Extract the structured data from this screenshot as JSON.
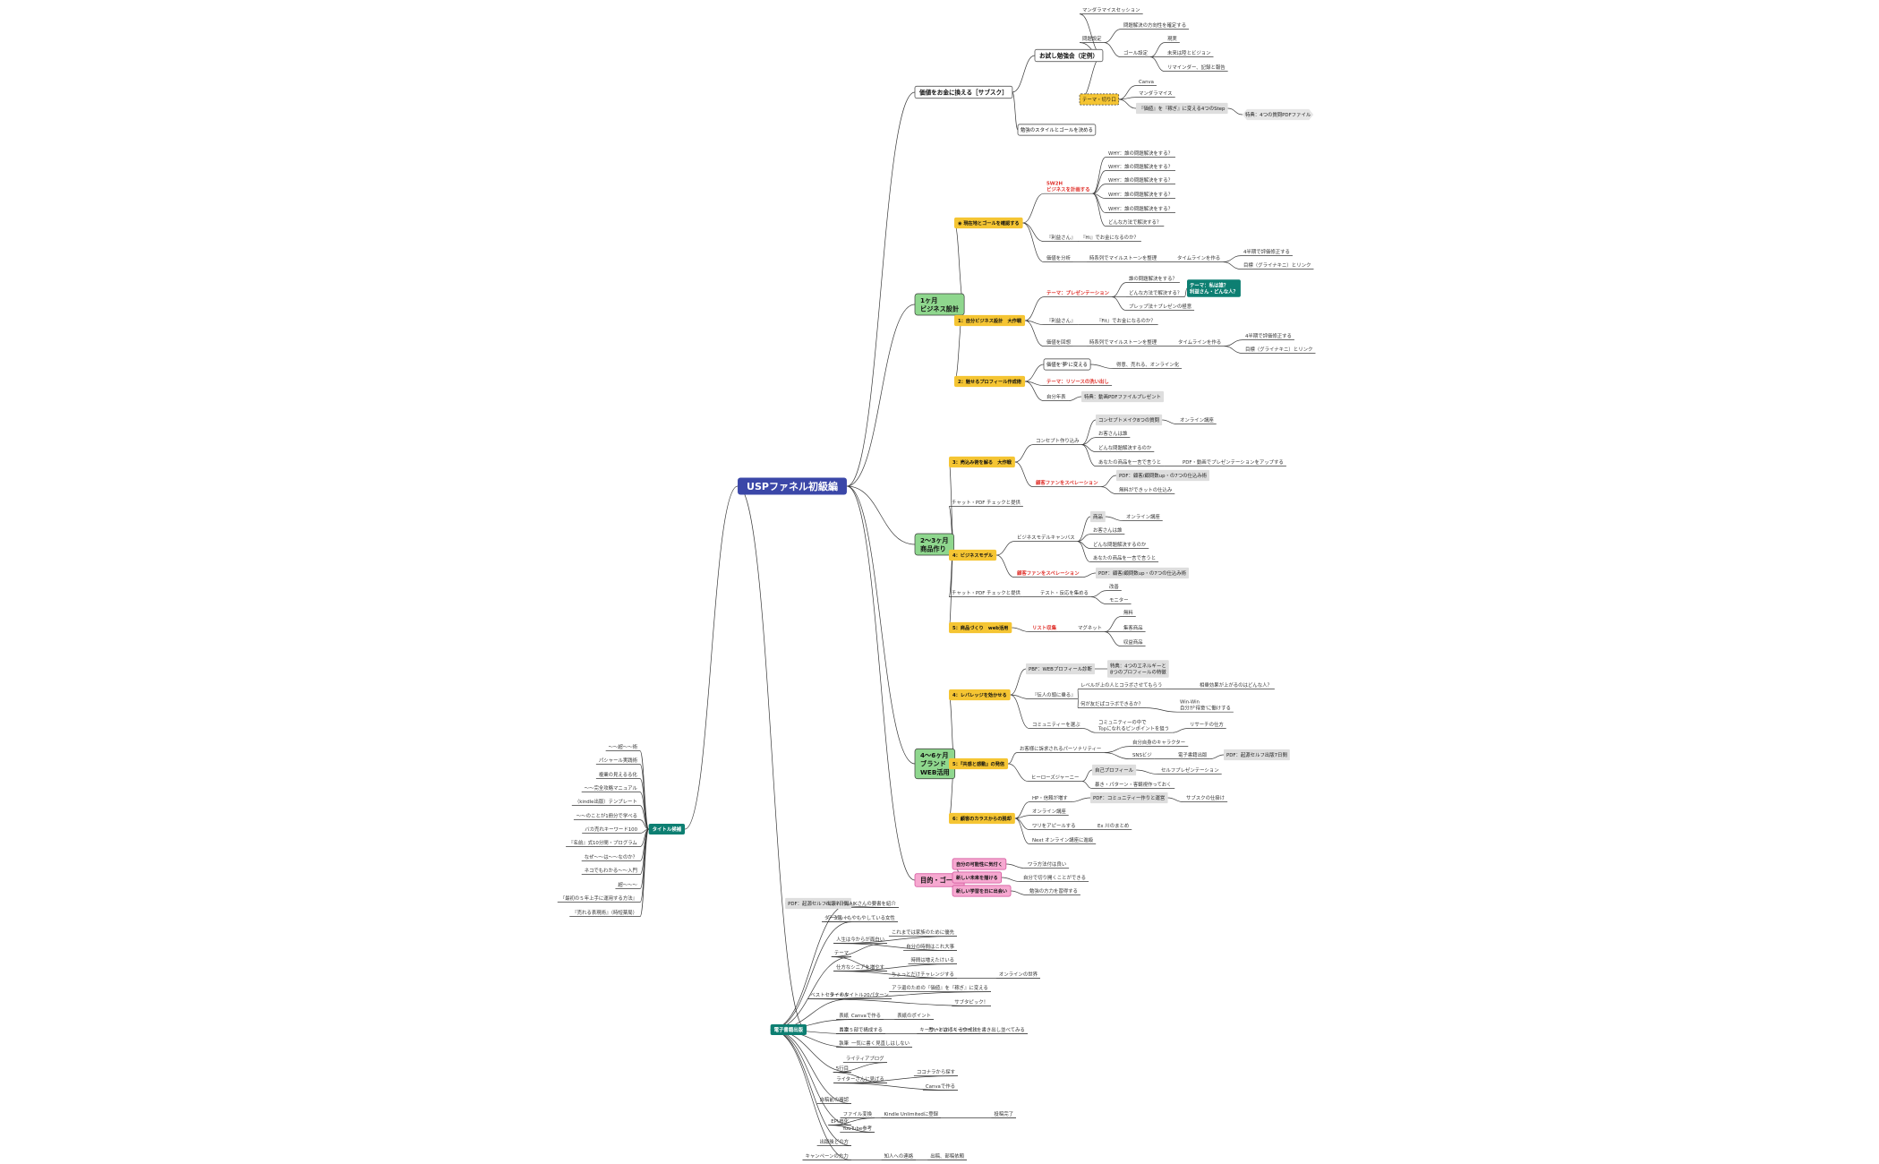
{
  "colors": {
    "line": "#3a3a3a",
    "root": "#3b47a8",
    "green": "#8fd78e",
    "yellow": "#f5c533",
    "pink": "#f6a8d0",
    "teal": "#0d7f72",
    "gray": "#dedede",
    "red": "#e0312b",
    "text": "#333333"
  },
  "root": {
    "label": "USPファネル初級編"
  },
  "nodes": [
    {
      "id": "b1",
      "parent": "root",
      "label": "価値をお金に換える［サブスク］",
      "style": "outline"
    },
    {
      "id": "b2",
      "parent": "root",
      "label": "1ヶ月\nビジネス設計",
      "style": "green"
    },
    {
      "id": "b3",
      "parent": "root",
      "label": "2～3ヶ月\n商品作り",
      "style": "green"
    },
    {
      "id": "b4",
      "parent": "root",
      "label": "4～6ヶ月\nブランド\nWEB活用",
      "style": "green"
    },
    {
      "id": "b5",
      "parent": "root",
      "label": "目的・ゴール",
      "style": "pink"
    },
    {
      "id": "b6",
      "parent": "root",
      "label": "電子書籍出版",
      "style": "teal"
    },
    {
      "id": "b7",
      "parent": "root",
      "label": "タイトル候補",
      "style": "teal"
    },
    {
      "id": "n1",
      "parent": "b1",
      "label": "お試し勉強会（定例）",
      "style": "outline"
    },
    {
      "id": "n2",
      "parent": "b1",
      "label": "勉強のスタイルとゴールを決める",
      "style": "outline"
    },
    {
      "id": "n3",
      "parent": "n1",
      "label": "マンダラマイスセッション"
    },
    {
      "id": "n4",
      "parent": "n1",
      "label": "問題設定"
    },
    {
      "id": "n5",
      "parent": "n4",
      "label": "問題解決の方向性を確定する"
    },
    {
      "id": "n6",
      "parent": "n4",
      "label": "ゴール設定"
    },
    {
      "id": "n7",
      "parent": "n6",
      "label": "現実"
    },
    {
      "id": "n8",
      "parent": "n6",
      "label": "未来は陸とビジョン"
    },
    {
      "id": "n9",
      "parent": "n6",
      "label": "リマインダー、記録と報告"
    },
    {
      "id": "n10",
      "parent": "n1",
      "label": "テーマ・切り口",
      "style": "yellowdash"
    },
    {
      "id": "n11",
      "parent": "n10",
      "label": "Canva"
    },
    {
      "id": "n12",
      "parent": "n10",
      "label": "マンダラマイス"
    },
    {
      "id": "n13",
      "parent": "n10",
      "label": "『価値』を『稼ぎ』に変える4つのStep",
      "style": "gray"
    },
    {
      "id": "n14",
      "parent": "n13",
      "label": "特典：4つの質問PDFファイル",
      "style": "hex"
    },
    {
      "id": "c1",
      "parent": "b2",
      "label": "◉ 現在地とゴールを確認する",
      "style": "yellow"
    },
    {
      "id": "c2",
      "parent": "b2",
      "label": "1：自分ビジネス設計　大作戦",
      "style": "yellow"
    },
    {
      "id": "c3",
      "parent": "b2",
      "label": "2：魅せるプロフィール作成術",
      "style": "yellow"
    },
    {
      "id": "c4",
      "parent": "c1",
      "label": "5W2H\nビジネスを計画する",
      "style": "red"
    },
    {
      "id": "c5",
      "parent": "c4",
      "label": "WHY：誰の問題解決をする？"
    },
    {
      "id": "c6",
      "parent": "c4",
      "label": "WHY：誰の問題解決をする？"
    },
    {
      "id": "c7",
      "parent": "c4",
      "label": "WHY：誰の問題解決をする？"
    },
    {
      "id": "c8",
      "parent": "c4",
      "label": "WHY：誰の問題解決をする？"
    },
    {
      "id": "c9",
      "parent": "c4",
      "label": "WHY：誰の問題解決をする？"
    },
    {
      "id": "c10",
      "parent": "c4",
      "label": "どんな方法で解決する？"
    },
    {
      "id": "c11",
      "parent": "c1",
      "label": "『利益さん』"
    },
    {
      "id": "c12",
      "parent": "c11",
      "label": "『Hi』でお金になるのか？"
    },
    {
      "id": "c13",
      "parent": "c1",
      "label": "価値を分析"
    },
    {
      "id": "c14",
      "parent": "c13",
      "label": "時系列でマイルストーンを整理"
    },
    {
      "id": "c15",
      "parent": "c14",
      "label": "タイムラインを作る"
    },
    {
      "id": "c16",
      "parent": "c15",
      "label": "4半期で評価修正する"
    },
    {
      "id": "c17",
      "parent": "c15",
      "label": "目標（グライナキニ）とリンク"
    },
    {
      "id": "c18",
      "parent": "c2",
      "label": "テーマ：プレゼンテーション",
      "style": "red"
    },
    {
      "id": "c19",
      "parent": "c18",
      "label": "誰の問題解決をする？"
    },
    {
      "id": "c20",
      "parent": "c18",
      "label": "どんな方法で解決する？"
    },
    {
      "id": "c21",
      "parent": "c18",
      "label": "プレップ法＋プレゼンの極意"
    },
    {
      "id": "c22",
      "parent": "c20",
      "label": "テーマ：私は誰？\n利益さん・どんな人？",
      "style": "teal"
    },
    {
      "id": "c23",
      "parent": "c2",
      "label": "『利益さん』"
    },
    {
      "id": "c24",
      "parent": "c23",
      "label": "『Fit』でお金になるのか？"
    },
    {
      "id": "c25",
      "parent": "c2",
      "label": "価値を回想"
    },
    {
      "id": "c26",
      "parent": "c25",
      "label": "時系列でマイルストーンを整理"
    },
    {
      "id": "c27",
      "parent": "c26",
      "label": "タイムラインを作る"
    },
    {
      "id": "c28",
      "parent": "c27",
      "label": "4半期で評価修正する"
    },
    {
      "id": "c29",
      "parent": "c27",
      "label": "目標（グライナキニ）とリンク"
    },
    {
      "id": "c30",
      "parent": "c3",
      "label": "価値を'夢'に変える",
      "style": "outline"
    },
    {
      "id": "c31",
      "parent": "c30",
      "label": "得意、売れる、オンライン化"
    },
    {
      "id": "c32",
      "parent": "c3",
      "label": "テーマ：リソースの洗い出し",
      "style": "red"
    },
    {
      "id": "c33",
      "parent": "c3",
      "label": "自分年表"
    },
    {
      "id": "c34",
      "parent": "c33",
      "label": "特典：動画PDFファイルプレゼント",
      "style": "gray"
    },
    {
      "id": "d1",
      "parent": "b3",
      "label": "3：売込み術を解る　大作戦",
      "style": "yellow"
    },
    {
      "id": "d2",
      "parent": "b3",
      "label": "チャット・PDF チェックと提供"
    },
    {
      "id": "d3",
      "parent": "b3",
      "label": "4：ビジネスモデル",
      "style": "yellow"
    },
    {
      "id": "d4",
      "parent": "b3",
      "label": "チャット・PDF チェックと提供"
    },
    {
      "id": "d5",
      "parent": "b3",
      "label": "5：商品づくり　web活用",
      "style": "yellow"
    },
    {
      "id": "d6",
      "parent": "d1",
      "label": "コンセプト作り込み"
    },
    {
      "id": "d7",
      "parent": "d6",
      "label": "コンセプトメイク8つの質問",
      "style": "gray"
    },
    {
      "id": "d8",
      "parent": "d7",
      "label": "オンライン講座"
    },
    {
      "id": "d9",
      "parent": "d6",
      "label": "お客さんは誰"
    },
    {
      "id": "d10",
      "parent": "d6",
      "label": "どんな問題解決するのか"
    },
    {
      "id": "d11",
      "parent": "d6",
      "label": "あなたの商品を一言で言うと"
    },
    {
      "id": "d12",
      "parent": "d11",
      "label": "PDF・動画でプレゼンテーションをアップする"
    },
    {
      "id": "d13",
      "parent": "d1",
      "label": "顧客ファンをスペレーション",
      "style": "red"
    },
    {
      "id": "d14",
      "parent": "d13",
      "label": "PDF：顧客/顧問数up・の7つの仕込み術",
      "style": "gray"
    },
    {
      "id": "d15",
      "parent": "d13",
      "label": "無料ができットの仕込み"
    },
    {
      "id": "d16",
      "parent": "d3",
      "label": "ビジネスモデルキャンバス"
    },
    {
      "id": "d17",
      "parent": "d16",
      "label": "商品",
      "style": "gray"
    },
    {
      "id": "d18",
      "parent": "d17",
      "label": "オンライン講座"
    },
    {
      "id": "d19",
      "parent": "d16",
      "label": "お客さんは誰"
    },
    {
      "id": "d20",
      "parent": "d16",
      "label": "どんな問題解決するのか"
    },
    {
      "id": "d21",
      "parent": "d16",
      "label": "あなたの商品を一言で言うと"
    },
    {
      "id": "d22",
      "parent": "d3",
      "label": "顧客ファンをスペレーション",
      "style": "red"
    },
    {
      "id": "d23",
      "parent": "d22",
      "label": "PDF：顧客/顧問数up・の7つの仕込み術",
      "style": "gray"
    },
    {
      "id": "d24",
      "parent": "d4",
      "label": "テスト・反応を集める"
    },
    {
      "id": "d25",
      "parent": "d24",
      "label": "改善"
    },
    {
      "id": "d26",
      "parent": "d24",
      "label": "モニター"
    },
    {
      "id": "d27",
      "parent": "d5",
      "label": "リスト収集",
      "style": "red"
    },
    {
      "id": "d28",
      "parent": "d27",
      "label": "マグネット"
    },
    {
      "id": "d29",
      "parent": "d28",
      "label": "無料"
    },
    {
      "id": "d30",
      "parent": "d28",
      "label": "集客商品"
    },
    {
      "id": "d31",
      "parent": "d28",
      "label": "収益商品"
    },
    {
      "id": "e1",
      "parent": "b4",
      "label": "4：レバレッジを効かせる",
      "style": "yellow"
    },
    {
      "id": "e2",
      "parent": "b4",
      "label": "5：『共感と感動』の発信",
      "style": "yellow"
    },
    {
      "id": "e3",
      "parent": "b4",
      "label": "6：顧客のカラスからの脱却",
      "style": "yellow"
    },
    {
      "id": "e4",
      "parent": "e1",
      "label": "PBF：WEBプロフィール診断",
      "style": "gray"
    },
    {
      "id": "e5",
      "parent": "e4",
      "label": "特典：4つのエネルギーと\n8つのプロフィールの特徴",
      "style": "gray"
    },
    {
      "id": "e6",
      "parent": "e1",
      "label": "『伝人の頭に乗る』"
    },
    {
      "id": "e7",
      "parent": "e6",
      "label": "レベルが上の人とコラボさせてもらう"
    },
    {
      "id": "e8",
      "parent": "e7",
      "label": "相乗効果が上がるのはどんな人？"
    },
    {
      "id": "e9",
      "parent": "e6",
      "label": "何が友だぱコラボできるか？"
    },
    {
      "id": "e10",
      "parent": "e9",
      "label": "Win-Win\n自分が'得意'に働けする"
    },
    {
      "id": "e11",
      "parent": "e1",
      "label": "コミュニティーを選ぶ"
    },
    {
      "id": "e12",
      "parent": "e11",
      "label": "コミュニティーの中で\nTopになれるピンポイントを狙う"
    },
    {
      "id": "e13",
      "parent": "e12",
      "label": "リサーチの仕方"
    },
    {
      "id": "e14",
      "parent": "e2",
      "label": "お客様に訴求されるパーソナリティー"
    },
    {
      "id": "e15",
      "parent": "e14",
      "label": "自分自身のキャラクター"
    },
    {
      "id": "e16",
      "parent": "e14",
      "label": "SNSビジ"
    },
    {
      "id": "e17",
      "parent": "e16",
      "label": "電子書籍出版"
    },
    {
      "id": "e18",
      "parent": "e17",
      "label": "PDF：起源セルフ出版7日間",
      "style": "gray"
    },
    {
      "id": "e19",
      "parent": "e2",
      "label": "ヒーローズジャーニー"
    },
    {
      "id": "e20",
      "parent": "e19",
      "label": "自己プロフィール",
      "style": "gray"
    },
    {
      "id": "e21",
      "parent": "e20",
      "label": "セルフプレゼンテーション"
    },
    {
      "id": "e22",
      "parent": "e19",
      "label": "暴き・パターン・客観視作っておく"
    },
    {
      "id": "e23",
      "parent": "e3",
      "label": "HP・信頼が増す"
    },
    {
      "id": "e24",
      "parent": "e23",
      "label": "PDF：コミュニティー作りと運営",
      "style": "gray"
    },
    {
      "id": "e25",
      "parent": "e24",
      "label": "サブスクの仕掛け"
    },
    {
      "id": "e26",
      "parent": "e3",
      "label": "オンライン講座"
    },
    {
      "id": "e27",
      "parent": "e3",
      "label": "ワリをアピールする"
    },
    {
      "id": "e28",
      "parent": "e27",
      "label": "Ex 川のまとめ"
    },
    {
      "id": "e29",
      "parent": "e3",
      "label": "Next オンライン講座に進級"
    },
    {
      "id": "f1",
      "parent": "b5",
      "label": "自分の可能性に気付く",
      "style": "pink"
    },
    {
      "id": "f2",
      "parent": "b5",
      "label": "新しい未来を描ける",
      "style": "pink"
    },
    {
      "id": "f3",
      "parent": "b5",
      "label": "新しい学習を日に出会い",
      "style": "pink"
    },
    {
      "id": "f4",
      "parent": "f1",
      "label": "ワラ方法付は良い"
    },
    {
      "id": "f5",
      "parent": "f2",
      "label": "自分で切り開くことができる"
    },
    {
      "id": "f6",
      "parent": "f3",
      "label": "勉強の方力を習得する"
    },
    {
      "id": "g1",
      "parent": "b6",
      "label": "PDF：起源セルフ出版7日間",
      "style": "gray"
    },
    {
      "id": "g2",
      "parent": "g1",
      "label": "ペンネームAIKさんの要書を紹介"
    },
    {
      "id": "g3",
      "parent": "b6",
      "label": "ターゲット"
    },
    {
      "id": "g4",
      "parent": "g3",
      "label": "アラ還・もやもやしている女性"
    },
    {
      "id": "g5",
      "parent": "b6",
      "label": "テーマ"
    },
    {
      "id": "g6",
      "parent": "g5",
      "label": "人生は今からが面白い"
    },
    {
      "id": "g7",
      "parent": "g6",
      "label": "これまでは家族のために優先"
    },
    {
      "id": "g8",
      "parent": "g6",
      "label": "自分の時間はこれ大事"
    },
    {
      "id": "g9",
      "parent": "g5",
      "label": "仕方なシニアを増やす"
    },
    {
      "id": "g10",
      "parent": "g9",
      "label": "時間は増えたけいる"
    },
    {
      "id": "g11",
      "parent": "g9",
      "label": "ちょっとだけチャレンジする"
    },
    {
      "id": "g12",
      "parent": "g11",
      "label": "オンラインの世界"
    },
    {
      "id": "g13",
      "parent": "b6",
      "label": "タイトル"
    },
    {
      "id": "g14",
      "parent": "g13",
      "label": "ベストセラーのタイトル20パターン"
    },
    {
      "id": "g15",
      "parent": "g14",
      "label": "アラ還のための『価値』を『稼ぎ』に変える"
    },
    {
      "id": "g16",
      "parent": "g14",
      "label": "サブタピック！"
    },
    {
      "id": "g17",
      "parent": "b6",
      "label": "表紙"
    },
    {
      "id": "g18",
      "parent": "g17",
      "label": "Canvaで作る"
    },
    {
      "id": "g19",
      "parent": "g18",
      "label": "表紙のポイント"
    },
    {
      "id": "g20",
      "parent": "b6",
      "label": "目次"
    },
    {
      "id": "g21",
      "parent": "g20",
      "label": "５章５部で構成する"
    },
    {
      "id": "g22",
      "parent": "g21",
      "label": "キーワードからくる作成法"
    },
    {
      "id": "g23",
      "parent": "g22",
      "label": "思いとはげキーワードを書き出し並べてみる"
    },
    {
      "id": "g24",
      "parent": "b6",
      "label": "執筆"
    },
    {
      "id": "g25",
      "parent": "g24",
      "label": "一気に書く"
    },
    {
      "id": "g26",
      "parent": "g25",
      "label": "見直しはしない"
    },
    {
      "id": "g27",
      "parent": "b6",
      "label": "5行目"
    },
    {
      "id": "g28",
      "parent": "g27",
      "label": "ライティアブログ"
    },
    {
      "id": "g29",
      "parent": "g27",
      "label": "ライターさんに見げる"
    },
    {
      "id": "g30",
      "parent": "g29",
      "label": "ココナラから探す"
    },
    {
      "id": "g31",
      "parent": "g29",
      "label": "Canvaで作る"
    },
    {
      "id": "g32",
      "parent": "b6",
      "label": "自稿前の確認"
    },
    {
      "id": "g33",
      "parent": "b6",
      "label": "EPUB化"
    },
    {
      "id": "g34",
      "parent": "g33",
      "label": "ファイル変換"
    },
    {
      "id": "g35",
      "parent": "g34",
      "label": "Kindle Unlimitedに登録"
    },
    {
      "id": "g36",
      "parent": "g35",
      "label": "投稿完了"
    },
    {
      "id": "g37",
      "parent": "g33",
      "label": "YouTube参考"
    },
    {
      "id": "g38",
      "parent": "b6",
      "label": "出版後どの方"
    },
    {
      "id": "g39",
      "parent": "b6",
      "label": "キャンペーンの方力"
    },
    {
      "id": "g40",
      "parent": "g39",
      "label": "知人への連絡"
    },
    {
      "id": "g41",
      "parent": "g40",
      "label": "出稿、部稿依頼"
    },
    {
      "id": "t1",
      "parent": "b7",
      "label": "〜〜超〜〜術"
    },
    {
      "id": "t2",
      "parent": "b7",
      "label": "パシャール実践術"
    },
    {
      "id": "t3",
      "parent": "b7",
      "label": "複業の見えるる化"
    },
    {
      "id": "t4",
      "parent": "b7",
      "label": "〜〜完全攻略マニュアル"
    },
    {
      "id": "t5",
      "parent": "b7",
      "label": "（kindle出版）テンプレート"
    },
    {
      "id": "t6",
      "parent": "b7",
      "label": "〜〜のことが1冊分で学べる"
    },
    {
      "id": "t7",
      "parent": "b7",
      "label": "バカ売れキーワード100"
    },
    {
      "id": "t8",
      "parent": "b7",
      "label": "『名前』式10分間・プログラム"
    },
    {
      "id": "t9",
      "parent": "b7",
      "label": "なぜ〜〜は〜〜なのか？"
    },
    {
      "id": "t10",
      "parent": "b7",
      "label": "ネコでもわかる〜〜入門"
    },
    {
      "id": "t11",
      "parent": "b7",
      "label": "超〜〜〜"
    },
    {
      "id": "t12",
      "parent": "b7",
      "label": "『最初の５年上手に運用する方法』"
    },
    {
      "id": "t13",
      "parent": "b7",
      "label": "『売れる表現術』（時短薬局）"
    }
  ]
}
